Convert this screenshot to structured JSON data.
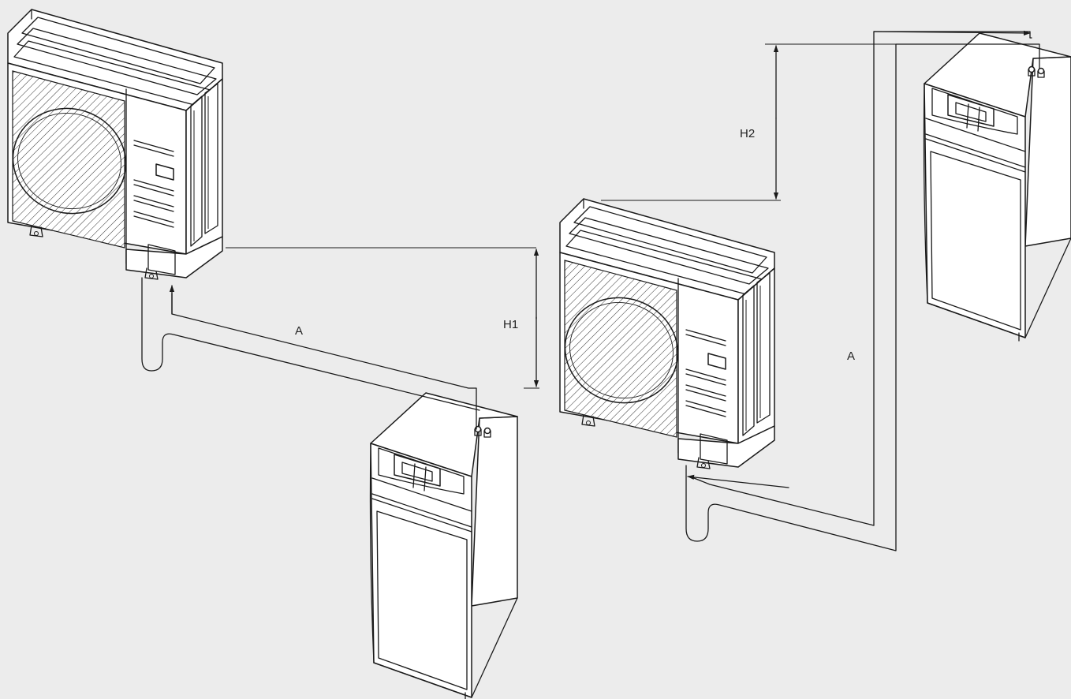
{
  "labels": {
    "h1": "H1",
    "h2": "H2",
    "a_left": "A",
    "a_right": "A"
  },
  "colors": {
    "background": "#ececec",
    "line": "#1a1a1a",
    "unit_fill": "#ffffff"
  }
}
